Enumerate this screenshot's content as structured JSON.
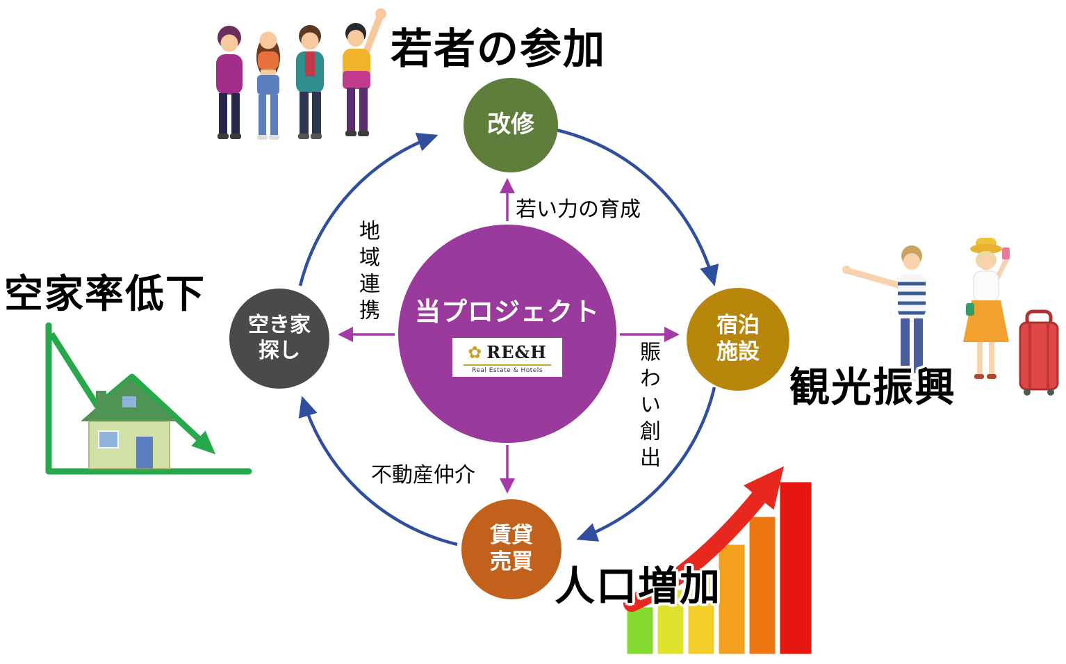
{
  "diagram": {
    "center": {
      "label": "当プロジェクト",
      "logo_brand": "RE&H",
      "logo_sub": "Real Estate & Hotels"
    },
    "nodes": {
      "renovation": {
        "line1": "改修"
      },
      "lodging": {
        "line1": "宿泊",
        "line2": "施設"
      },
      "rental": {
        "line1": "賃貸",
        "line2": "売買"
      },
      "vacant_search": {
        "line1": "空き家",
        "line2": "探し"
      }
    },
    "spoke_labels": {
      "up": "若い力の育成",
      "left": "地域連携",
      "right": "賑わい創出",
      "down": "不動産仲介"
    },
    "outcome_labels": {
      "top": "若者の参加",
      "left": "空家率低下",
      "right": "観光振興",
      "bottom": "人口増加"
    },
    "colors": {
      "center_circle": "#9a3a9d",
      "renovation_circle": "#5f7d3b",
      "lodging_circle": "#b8860b",
      "rental_circle": "#c2611b",
      "vacant_circle": "#4a4a4a",
      "cycle_arrows": "#2f4f9e",
      "spoke_arrows": "#a53aa8",
      "decline_chart_green": "#27a84a",
      "growth_arrow_red": "#e8281e",
      "logo_gold": "#c9a227"
    }
  }
}
